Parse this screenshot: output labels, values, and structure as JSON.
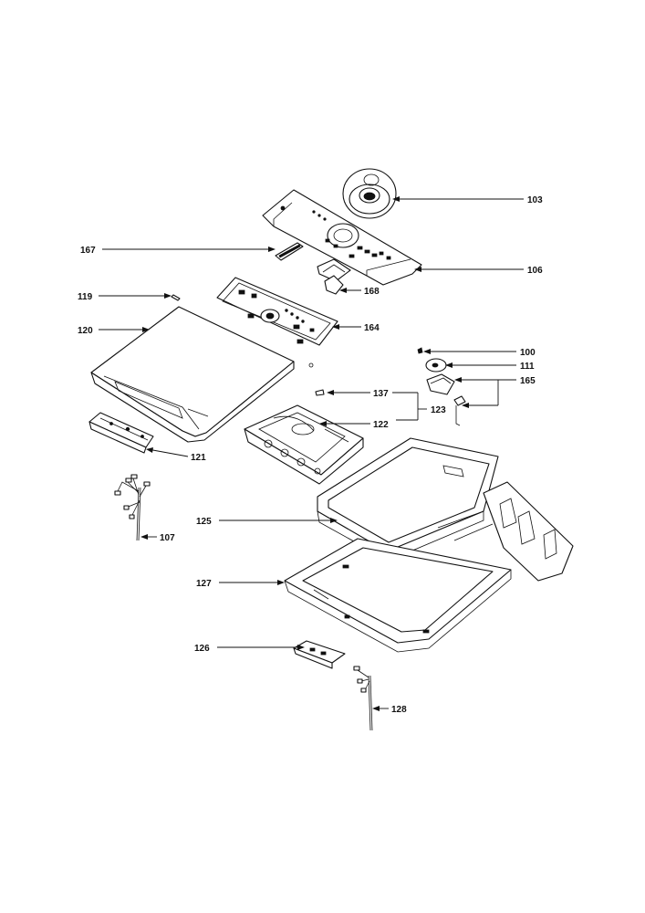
{
  "callouts": {
    "c103": "103",
    "c106": "106",
    "c167": "167",
    "c168": "168",
    "c119": "119",
    "c164": "164",
    "c120": "120",
    "c100": "100",
    "c111": "111",
    "c165": "165",
    "c137": "137",
    "c123": "123",
    "c122": "122",
    "c121": "121",
    "c107": "107",
    "c125": "125",
    "c127": "127",
    "c126": "126",
    "c128": "128"
  }
}
